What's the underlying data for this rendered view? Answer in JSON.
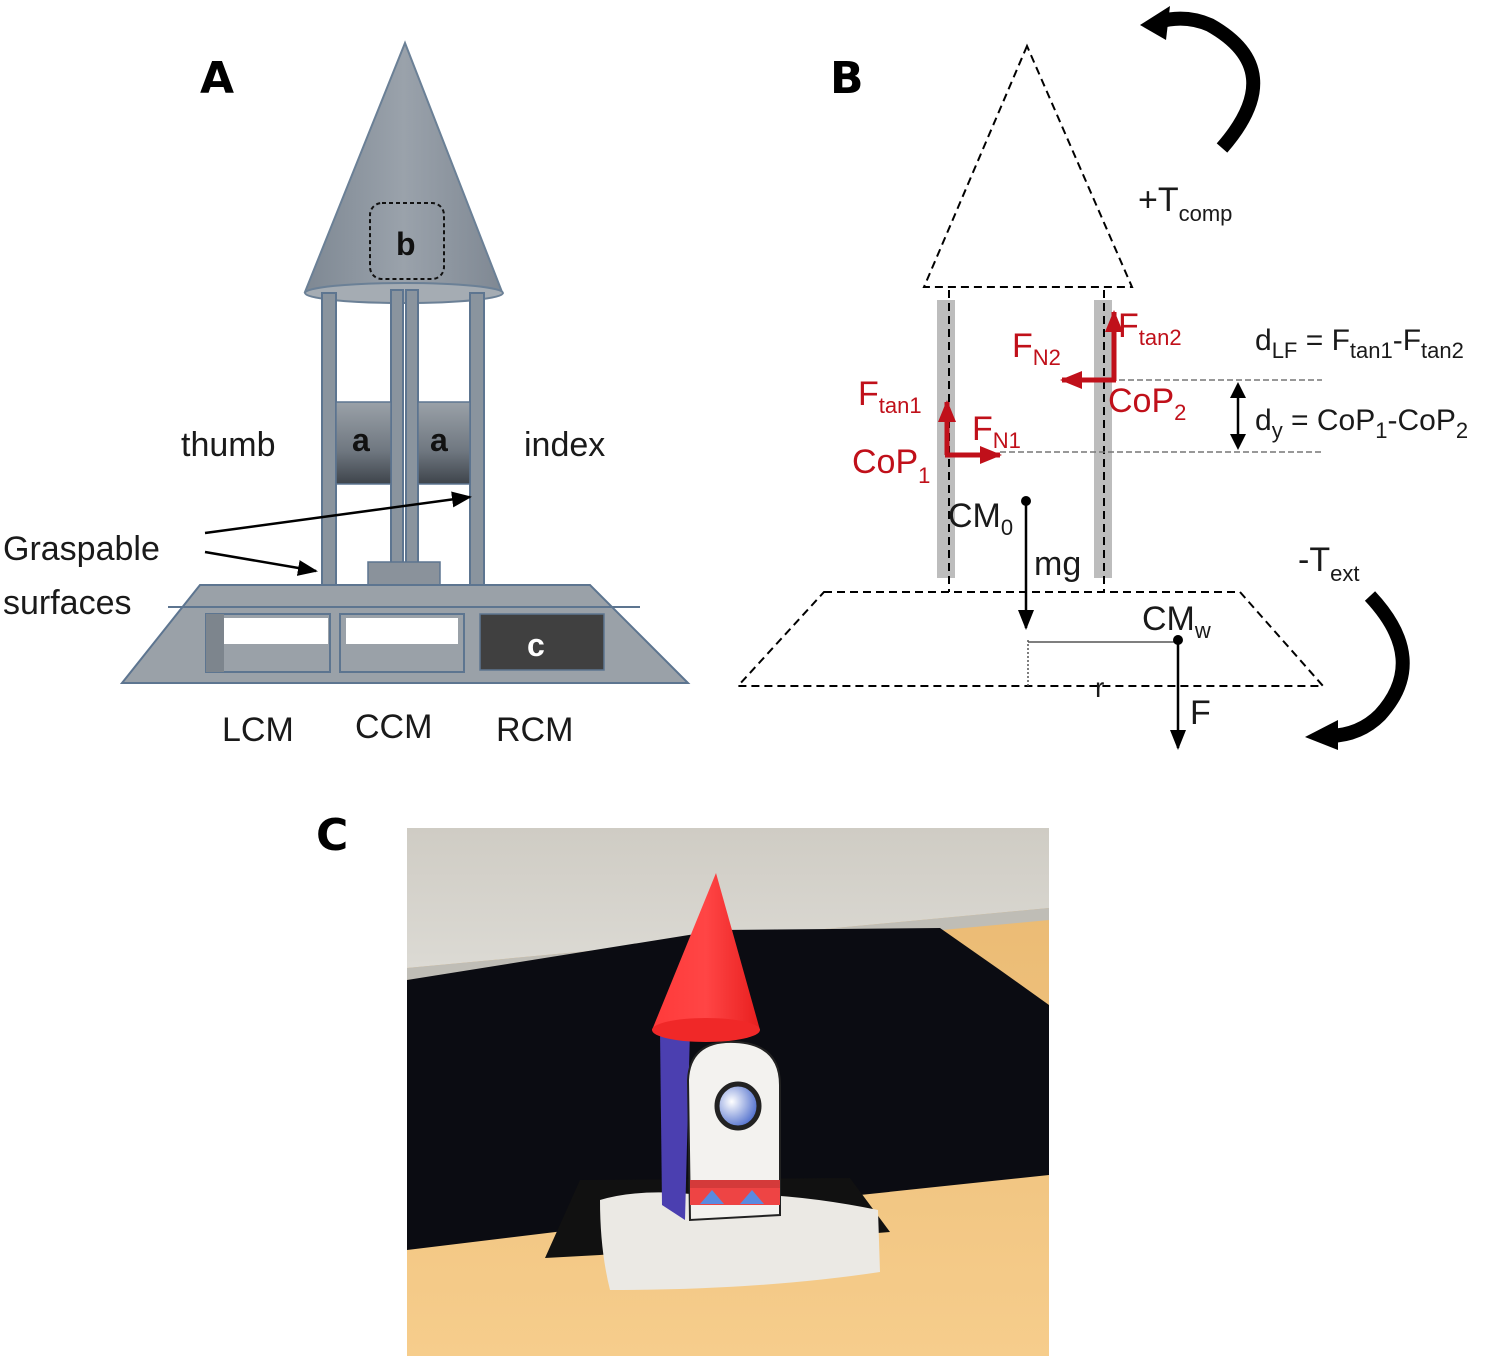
{
  "figure": {
    "panels": {
      "A": {
        "letter": "A",
        "labels": {
          "thumb": "thumb",
          "index": "index",
          "graspable_line1": "Graspable",
          "graspable_line2": "surfaces",
          "compartment_left": "LCM",
          "compartment_center": "CCM",
          "compartment_right": "RCM",
          "marker_a": "a",
          "marker_b": "b",
          "marker_c": "c"
        },
        "colors": {
          "body": "#8f98a2",
          "edge": "#5d7590",
          "weight_block": "#3f3f3f"
        }
      },
      "B": {
        "letter": "B",
        "torque_comp": {
          "prefix": "+T",
          "sub": "comp"
        },
        "torque_ext": {
          "prefix": "-T",
          "sub": "ext"
        },
        "forces": {
          "ftan1": {
            "main": "F",
            "sub": "tan1"
          },
          "fn1": {
            "main": "F",
            "sub": "N1"
          },
          "cop1": {
            "main": "CoP",
            "sub": "1"
          },
          "ftan2": {
            "main": "F",
            "sub": "tan2"
          },
          "fn2": {
            "main": "F",
            "sub": "N2"
          },
          "cop2": {
            "main": "CoP",
            "sub": "2"
          }
        },
        "equations": {
          "dlf": {
            "lhs": "d",
            "lhs_sub": "LF",
            "eq": " = F",
            "t1": "tan1",
            "mid": "-F",
            "t2": "tan2"
          },
          "dy": {
            "lhs": "d",
            "lhs_sub": "y",
            "eq": " = CoP",
            "s1": "1",
            "mid": "-CoP",
            "s2": "2"
          }
        },
        "mass": {
          "cm0": {
            "main": "CM",
            "sub": "0"
          },
          "mg": "mg",
          "cmw": {
            "main": "CM",
            "sub": "w"
          },
          "r": "r",
          "F": "F"
        },
        "colors": {
          "force": "#c0101a",
          "surface": "#bdbdbd"
        }
      },
      "C": {
        "letter": "C",
        "photo_description": "Photo of rocket-shaped grasp object with red cone on black-base launch pad on table",
        "colors": {
          "cone": "#ff2b2b",
          "wall": "#d8d6d0",
          "cloth": "#0b0c12",
          "table": "#f0c27e",
          "side_strip": "#4b3fb0"
        }
      }
    }
  }
}
